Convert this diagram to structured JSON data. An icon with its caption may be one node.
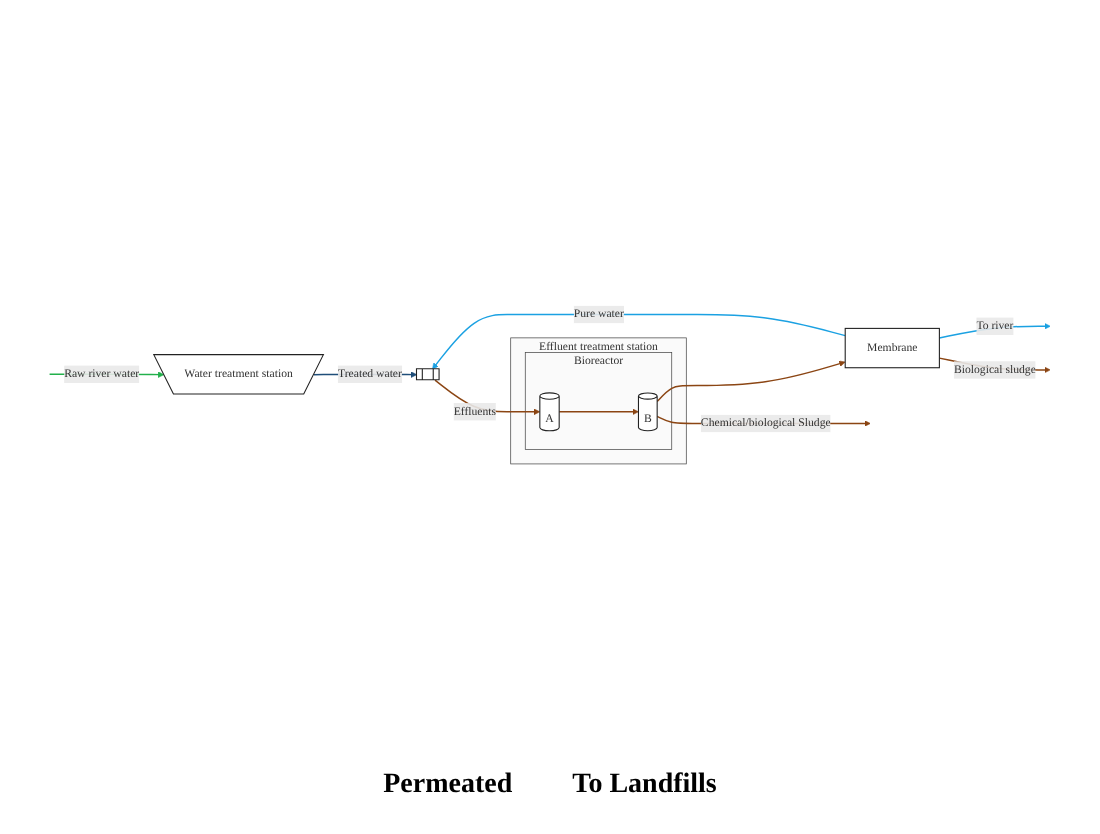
{
  "diagram": {
    "nodes": [
      {
        "text": [
          "Water treatment station"
        ]
      },
      {
        "text": [],
        "shape": "building"
      },
      {
        "text": [
          "Effluent treatment station"
        ]
      },
      {
        "text": [
          "Bioreactor"
        ],
        "in": 2
      },
      {
        "text": [
          "A"
        ],
        "in": 3
      },
      {
        "text": [
          "B"
        ],
        "in": 3
      },
      {
        "text": [
          "Membrane"
        ]
      }
    ],
    "edges": [
      {
        "from": null,
        "to": 0,
        "arrow": "to",
        "label": "Raw river water",
        "color": "#22b04b"
      },
      {
        "from": 0,
        "to": 1,
        "arrow": "to",
        "label": "Treated water",
        "color": "#1f4e79"
      },
      {
        "from": 6,
        "to": 1,
        "arrow": "to",
        "label": "Pure water",
        "color": "#1ba1e2"
      },
      {
        "from": 1,
        "to": 4,
        "arrow": "to",
        "label": "Effluents"
      },
      {
        "from": 4,
        "to": 5,
        "arrow": "to"
      },
      {
        "from": 5,
        "to": 6,
        "arrow": "to"
      },
      {
        "from": 6,
        "to": null,
        "arrow": "to",
        "label": "To river",
        "color": "#1ba1e2"
      },
      {
        "from": 6,
        "to": null,
        "arrow": "to",
        "label": "Biological sludge"
      },
      {
        "from": 5,
        "to": null,
        "arrow": "to",
        "label": "Chemical/biological Sludge"
      }
    ],
    "labels": [
      "Permeated",
      "To Landfills"
    ]
  }
}
